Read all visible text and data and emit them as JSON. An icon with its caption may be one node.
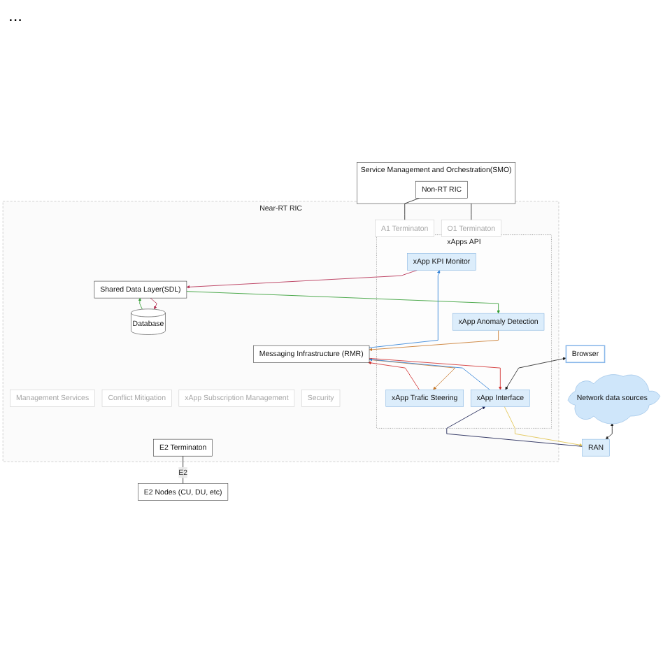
{
  "diagram": {
    "nodes": [
      {
        "text": [
          "Service Management and Orchestration(SMO)"
        ]
      },
      {
        "text": [
          "Non-RT RIC"
        ],
        "in": 0
      },
      {
        "text": [
          "Browser"
        ]
      },
      {
        "text": [
          "Near-RT RIC"
        ]
      },
      {
        "text": [
          "O1 Terminaton"
        ],
        "in": 3
      },
      {
        "text": [
          "A1 Terminaton"
        ],
        "in": 3
      },
      {
        "text": [
          "xApps API"
        ],
        "in": 3
      },
      {
        "text": [
          "xApp Trafic Steering"
        ],
        "in": 6
      },
      {
        "text": [
          "xApp Anomaly Detection"
        ],
        "in": 6
      },
      {
        "text": [
          "xApp KPI Monitor"
        ],
        "in": 6
      },
      {
        "text": [
          "xApp Interface"
        ],
        "in": 6
      },
      {
        "text": [
          "Messaging Infrastructure (RMR)"
        ],
        "in": 3
      },
      {
        "text": [
          "Conflict Mitigation"
        ],
        "in": 3
      },
      {
        "text": [
          "xApp Subscription Management"
        ],
        "in": 3
      },
      {
        "text": [
          "Management Services"
        ],
        "in": 3
      },
      {
        "text": [
          "Security"
        ],
        "in": 3
      },
      {
        "text": [
          "Shared Data Layer(SDL)"
        ],
        "in": 3
      },
      {
        "text": [
          "Database"
        ],
        "in": 3
      },
      {
        "text": [
          "E2 Terminaton"
        ],
        "in": 3
      },
      {
        "text": [
          "E2 Nodes (CU, DU, etc)"
        ]
      },
      {
        "text": [
          "RAN"
        ]
      },
      {
        "text": [
          "Network data sources"
        ]
      }
    ],
    "edges": [
      {
        "from": 0,
        "to": 4,
        "arrow": "none"
      },
      {
        "from": 1,
        "to": 5,
        "arrow": "none"
      },
      {
        "from": 2,
        "to": 10,
        "arrow": "both"
      },
      {
        "from": 7,
        "to": 11,
        "arrow": "to",
        "color": "#d02c2c"
      },
      {
        "from": 11,
        "to": 7,
        "arrow": "to",
        "color": "#c8782a"
      },
      {
        "from": 8,
        "to": 11,
        "arrow": "to",
        "color": "#c8782a"
      },
      {
        "from": 16,
        "to": 8,
        "arrow": "to",
        "color": "#2e9a2e"
      },
      {
        "from": 9,
        "to": 16,
        "arrow": "to",
        "color": "#b3294e"
      },
      {
        "from": 11,
        "to": 9,
        "arrow": "to",
        "color": "#2f80d6"
      },
      {
        "from": 10,
        "to": 11,
        "arrow": "to",
        "color": "#2f80d6"
      },
      {
        "from": 11,
        "to": 10,
        "arrow": "to",
        "color": "#d02c2c"
      },
      {
        "from": 10,
        "to": 20,
        "arrow": "to",
        "color": "#e0c24a"
      },
      {
        "from": 20,
        "to": 10,
        "arrow": "to",
        "color": "#141a4e"
      },
      {
        "from": 17,
        "to": 16,
        "arrow": "to",
        "color": "#2e9a2e"
      },
      {
        "from": 16,
        "to": 17,
        "arrow": "to",
        "color": "#b3294e"
      },
      {
        "from": 18,
        "to": 19,
        "arrow": "none",
        "label": "E2"
      },
      {
        "from": 21,
        "to": 20,
        "arrow": "both"
      }
    ],
    "labels": [
      "..."
    ]
  }
}
